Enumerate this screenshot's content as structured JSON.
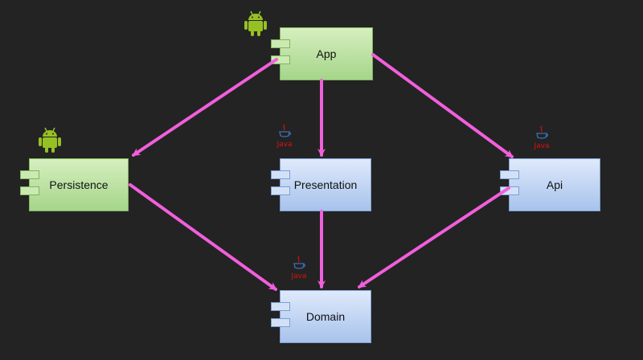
{
  "diagram": {
    "modules": {
      "app": {
        "label": "App",
        "platform": "android"
      },
      "persistence": {
        "label": "Persistence",
        "platform": "android"
      },
      "presentation": {
        "label": "Presentation",
        "platform": "java"
      },
      "api": {
        "label": "Api",
        "platform": "java"
      },
      "domain": {
        "label": "Domain",
        "platform": "java"
      }
    },
    "dependencies": [
      {
        "from": "App",
        "to": "Persistence"
      },
      {
        "from": "App",
        "to": "Presentation"
      },
      {
        "from": "App",
        "to": "Api"
      },
      {
        "from": "Persistence",
        "to": "Domain"
      },
      {
        "from": "Presentation",
        "to": "Domain"
      },
      {
        "from": "Api",
        "to": "Domain"
      }
    ],
    "badges": {
      "java_text": "Java",
      "android_icon": "android-icon",
      "java_icon": "java-icon"
    },
    "colors": {
      "background": "#232323",
      "arrow": "#f15fdc",
      "android_fill": "#a5d58a",
      "java_fill": "#a7c3ec",
      "android_logo": "#97c024",
      "java_logo": "#d11111"
    }
  }
}
